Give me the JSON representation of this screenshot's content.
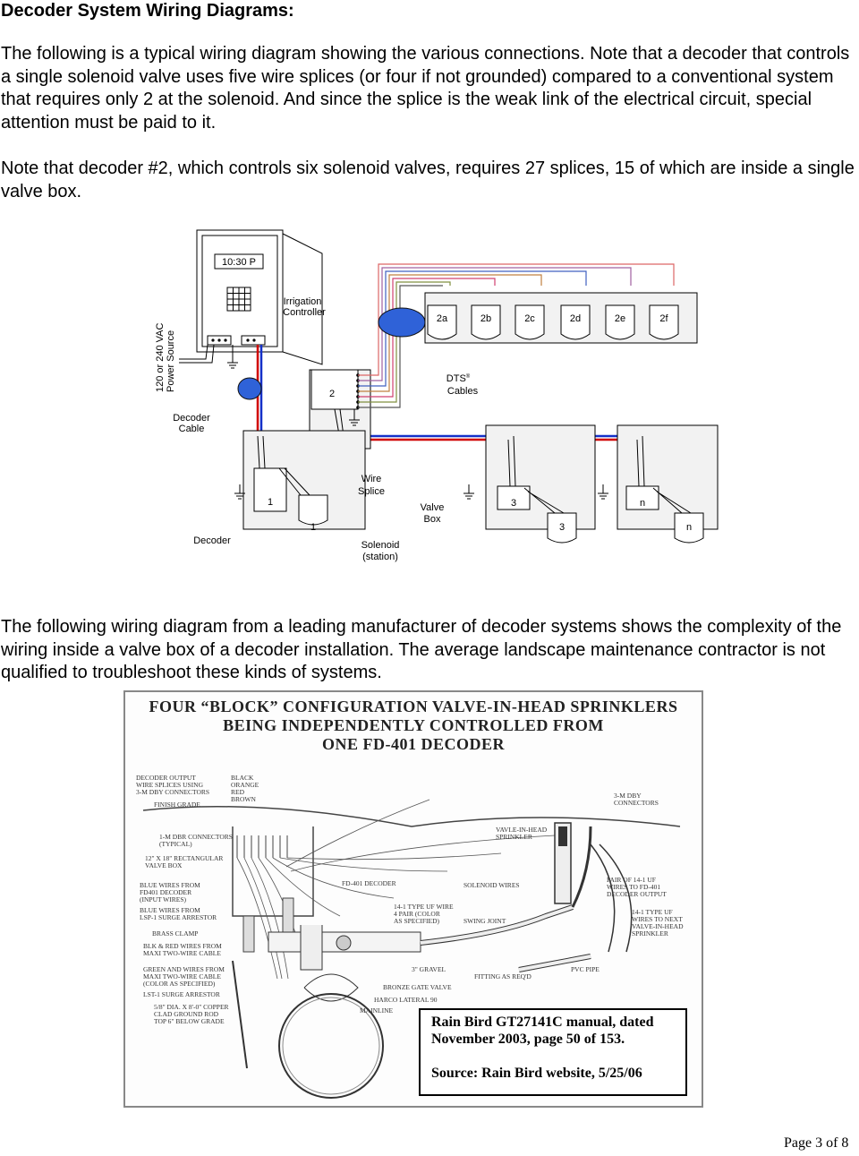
{
  "heading": "Decoder System Wiring Diagrams:",
  "paragraphs": {
    "p1": "The following is a typical wiring diagram showing the various connections.  Note that a decoder that controls a single solenoid valve uses five wire splices (or four if not grounded) compared to a conventional system that requires only 2 at the solenoid.  And since the splice is the weak link of the electrical circuit, special attention must be paid to it.",
    "p2": "Note that decoder #2, which controls six solenoid valves, requires 27 splices, 15 of which are inside a single valve box.",
    "p3": "The following wiring diagram from a leading manufacturer of decoder systems shows the complexity of the wiring inside a valve box of a decoder installation.  The average landscape maintenance contractor is not qualified to troubleshoot these kinds of systems."
  },
  "wiring_diagram": {
    "controller_display": "10:30 P",
    "controller_label_1": "Irrigation",
    "controller_label_2": "Controller",
    "power_label_1": "120 or 240 VAC",
    "power_label_2": "Power Source",
    "decoder_cable_1": "Decoder",
    "decoder_cable_2": "Cable",
    "dts_label": "DTS",
    "dts_reg": "®",
    "dts_cables": "Cables",
    "decoder_2": "2",
    "valves_2": [
      "2a",
      "2b",
      "2c",
      "2d",
      "2e",
      "2f"
    ],
    "decoder_1": "1",
    "solenoid_1": "1",
    "decoder_3": "3",
    "solenoid_3": "3",
    "decoder_n": "n",
    "solenoid_n": "n",
    "wire_splice_1": "Wire",
    "wire_splice_2": "Splice",
    "valve_box_1": "Valve",
    "valve_box_2": "Box",
    "decoder_label": "Decoder",
    "solenoid_label_1": "Solenoid",
    "solenoid_label_2": "(station)"
  },
  "manufacturer_diagram": {
    "title_1": "FOUR “BLOCK” CONFIGURATION VALVE-IN-HEAD SPRINKLERS",
    "title_2": "BEING INDEPENDENTLY CONTROLLED FROM",
    "title_3": "ONE FD-401 DECODER",
    "labels": {
      "decoder_output": "Decoder output\nwire splices using\n3-M DBY connectors",
      "wire_colors": "Black\nOrange\nRed\nBrown",
      "finish_grade": "Finish grade",
      "dby_connectors_right": "3-M DBY\nconnectors",
      "dbr_connectors": "1-M DBR connectors\n(Typical)",
      "valve_box": "12\" x 18\" rectangular\nvalve box",
      "vih_sprinkler": "Vavle-in-head\nsprinkler",
      "blue_wires_decoder": "Blue wires from\nFD401 decoder\n(Input Wires)",
      "fd401": "FD-401 decoder",
      "solenoid_wires": "Solenoid wires",
      "pair_wires": "Pair of 14-1 UF\nwires to FD-401\ndecoder output",
      "blue_wires_lsp": "Blue wires from\nLSP-1 surge arrestor",
      "uf_wire": "14-1 type UF wire\n4 pair (Color\nas specified)",
      "swing_joint": "Swing joint",
      "uf_wires_next": "14-1 type UF\nwires to next\nvalve-in-head\nsprinkler",
      "brass_clamp": "Brass clamp",
      "blk_red_wires": "Blk & red wires from\nmaxi two-wire cable",
      "green_wires": "Green and wires from\nmaxi two-wire cable\n(Color as specified)",
      "gravel": "3\" gravel",
      "fitting": "Fitting as req'd",
      "pvc_pipe": "PVC pipe",
      "lst1": "LST-1 surge arrestor",
      "gate_valve": "Bronze gate valve",
      "ground_rod": "5/8\" dia. x 8'-0\" copper\nclad ground rod\ntop 6\" below grade",
      "harco": "Harco lateral 90",
      "mainline": "Mainline"
    },
    "caption_line_1": "Rain Bird GT27141C manual, dated",
    "caption_line_2": "November 2003, page 50 of 153.",
    "caption_line_3": "Source: Rain Bird website, 5/25/06"
  },
  "page_number": "Page 3 of 8"
}
